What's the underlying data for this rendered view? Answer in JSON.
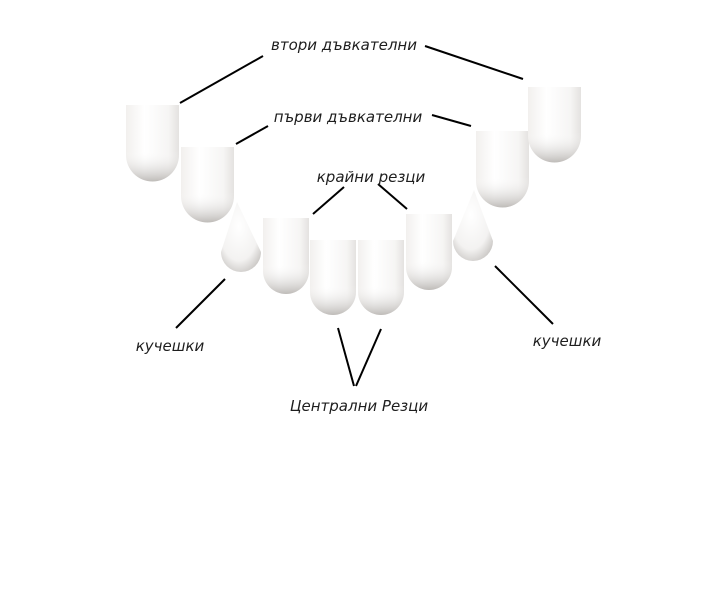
{
  "labels": {
    "second_molars": "втори дъвкателни",
    "first_molars": "първи дъвкателни",
    "lateral_incisors": "крайни резци",
    "canines_left": "кучешки",
    "canines_right": "кучешки",
    "central_incisors": "Централни Резци"
  },
  "colors": {
    "tooth_highlight": "#ffffff",
    "tooth_shade": "#c9c6c3",
    "line": "#000000",
    "text": "#1e1e1e"
  }
}
